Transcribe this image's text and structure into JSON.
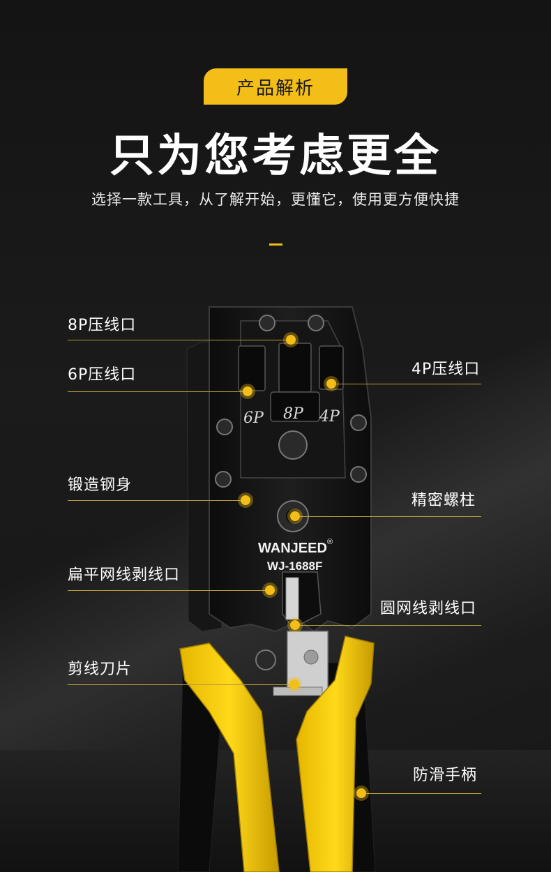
{
  "header": {
    "tag": "产品解析",
    "headline": "只为您考虑更全",
    "subline": "选择一款工具，从了解开始，更懂它，使用更方便快捷"
  },
  "product": {
    "brand": "WANJEED",
    "registered": "®",
    "model": "WJ-1688F",
    "port_labels": [
      "6P",
      "8P",
      "4P"
    ]
  },
  "callouts": {
    "crimp_8p": "8P压线口",
    "crimp_6p": "6P压线口",
    "crimp_4p": "4P压线口",
    "forged_body": "锻造钢身",
    "precision_screw": "精密螺柱",
    "flat_stripper": "扁平网线剥线口",
    "round_stripper": "圆网线剥线口",
    "cutter_blade": "剪线刀片",
    "anti_slip_handle": "防滑手柄"
  },
  "colors": {
    "accent": "#f2be17",
    "callout_line": "#b89a3e",
    "background": "#141414"
  }
}
